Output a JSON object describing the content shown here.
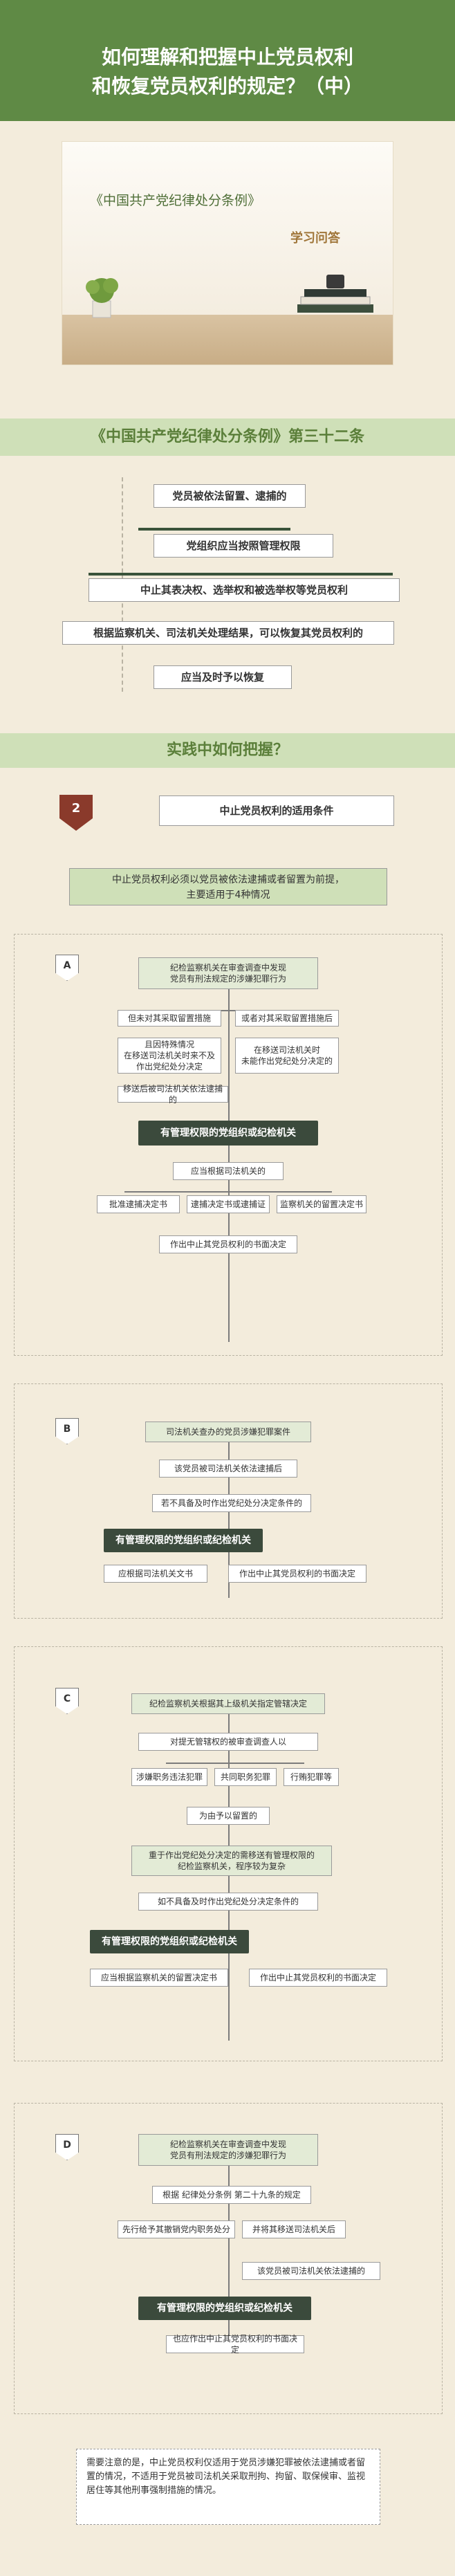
{
  "header": {
    "title_line1": "如何理解和把握中止党员权利",
    "title_line2": "和恢复党员权利的规定？（中）"
  },
  "hero": {
    "book_title": "《中国共产党纪律处分条例》",
    "subtitle": "学习问答"
  },
  "article": {
    "heading": "《中国共产党纪律处分条例》第三十二条",
    "items": [
      "党员被依法留置、逮捕的",
      "党组织应当按照管理权限",
      "中止其表决权、选举权和被选举权等党员权利",
      "根据监察机关、司法机关处理结果，可以恢复其党员权利的",
      "应当及时予以恢复"
    ]
  },
  "practice": {
    "heading": "实践中如何把握？",
    "badge": "2",
    "topic": "中止党员权利的适用条件",
    "intro_line1": "中止党员权利必须以党员被依法逮捕或者留置为前提，",
    "intro_line2": "主要适用于4种情况"
  },
  "case_a": {
    "tag": "A",
    "start": "纪检监察机关在审查调查中发现\n党员有刑法规定的涉嫌犯罪行为",
    "split_left": "但未对其采取留置措施",
    "split_right": "或者对其采取留置措施后",
    "mid_left": "且因特殊情况\n在移送司法机关时来不及作出党纪处分决定",
    "mid_right": "在移送司法机关时\n未能作出党纪处分决定的",
    "after": "移送后被司法机关依法逮捕的",
    "authority": "有管理权限的党组织或纪检机关",
    "basis": "应当根据司法机关的",
    "docs": [
      "批准逮捕决定书",
      "逮捕决定书或逮捕证",
      "监察机关的留置决定书"
    ],
    "result": "作出中止其党员权利的书面决定"
  },
  "case_b": {
    "tag": "B",
    "start": "司法机关查办的党员涉嫌犯罪案件",
    "step1": "该党员被司法机关依法逮捕后",
    "step2": "若不具备及时作出党纪处分决定条件的",
    "authority": "有管理权限的党组织或纪检机关",
    "basis": "应根据司法机关文书",
    "result": "作出中止其党员权利的书面决定"
  },
  "case_c": {
    "tag": "C",
    "start": "纪检监察机关根据其上级机关指定管辖决定",
    "step1": "对提无管辖权的被审查调查人以",
    "splits": [
      "涉嫌职务违法犯罪",
      "共同职务犯罪",
      "行贿犯罪等"
    ],
    "step2": "为由予以留置的",
    "step3": "重于作出党纪处分决定的需移送有管理权限的\n纪检监察机关，程序较为复杂",
    "step4": "如不具备及时作出党纪处分决定条件的",
    "authority": "有管理权限的党组织或纪检机关",
    "basis": "应当根据监察机关的留置决定书",
    "result": "作出中止其党员权利的书面决定"
  },
  "case_d": {
    "tag": "D",
    "start": "纪检监察机关在审查调查中发现\n党员有刑法规定的涉嫌犯罪行为",
    "step1": "根据 纪律处分条例 第二十九条的规定",
    "left": "先行给予其撤销党内职务处分",
    "right": "并将其移送司法机关后",
    "step2": "该党员被司法机关依法逮捕的",
    "authority": "有管理权限的党组织或纪检机关",
    "result": "也应作出中止其党员权利的书面决定"
  },
  "note": {
    "text": "需要注意的是，中止党员权利仅适用于党员涉嫌犯罪被依法逮捕或者留置的情况，不适用于党员被司法机关采取刑拘、拘留、取保候审、监视居住等其他刑事强制措施的情况。"
  }
}
